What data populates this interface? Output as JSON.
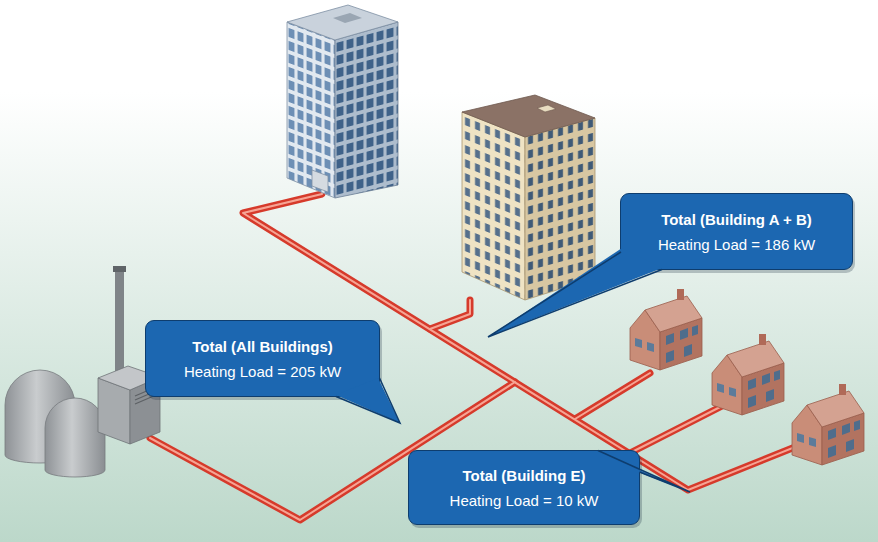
{
  "diagram": {
    "nodes": [
      {
        "text": [
          "Total (Building A + B)",
          "Heating Load = 186 kW"
        ]
      },
      {
        "text": [
          "Total (All Buildings)",
          "Heating Load = 205 kW"
        ]
      },
      {
        "text": [
          "Total (Building E)",
          "Heating Load = 10 kW"
        ]
      }
    ]
  }
}
